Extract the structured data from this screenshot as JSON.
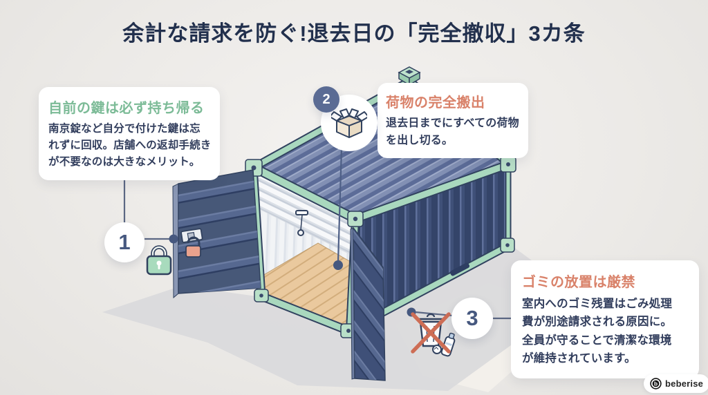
{
  "title": "余計な請求を防ぐ!退去日の「完全撤収」3カ条",
  "steps": [
    {
      "number": "1",
      "heading": "自前の鍵は必ず持ち帰る",
      "body": "南京錠など自分で付けた鍵は忘\nれずに回収。店舗への返却手続き\nが不要なのは大きなメリット。",
      "icon": "padlock-icon"
    },
    {
      "number": "2",
      "heading": "荷物の完全搬出",
      "body": "退去日までにすべての荷物\nを出し切る。",
      "icon": "open-box-icon"
    },
    {
      "number": "3",
      "heading": "ゴミの放置は厳禁",
      "body": "室内へのゴミ残置はごみ処理\n費が別途請求される原因に。\n全員が守ることで清潔な環境\nが維持されています。",
      "icon": "no-trash-icon"
    }
  ],
  "logo": {
    "text": "beberise",
    "icon_letter": "b"
  },
  "colors": {
    "title_navy": "#22304D",
    "accent_green": "#7CBB97",
    "accent_coral": "#D9826A",
    "badge_navy": "#46587F",
    "container_navy": "#3F5078",
    "frame_green": "#A9D8BE",
    "wood_floor": "#EAC99E",
    "background": "#ECEAE7"
  }
}
